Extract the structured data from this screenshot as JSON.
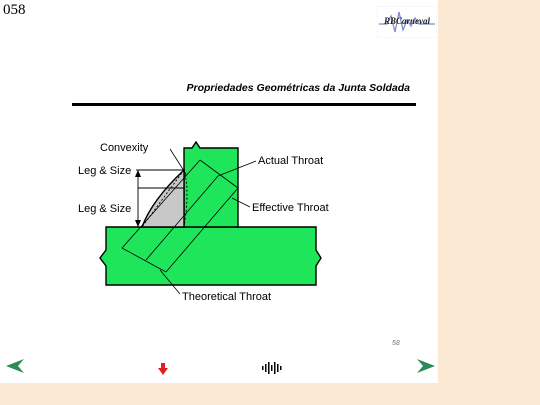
{
  "slide": {
    "number": "058",
    "title": "Propriedades Geométricas da Junta Soldada",
    "page_label": "58",
    "logo_text": "RBCarneval"
  },
  "diagram": {
    "labels": {
      "convexity": "Convexity",
      "leg_size_top": "Leg & Size",
      "leg_size_bottom": "Leg & Size",
      "actual_throat": "Actual Throat",
      "effective_throat": "Effective Throat",
      "theoretical_throat": "Theoretical Throat"
    },
    "colors": {
      "plate": "#1fe55a",
      "weld": "#c8c8c8",
      "outline": "#000000"
    }
  },
  "nav": {
    "prev_icon": "arrow-left-icon",
    "next_icon": "arrow-right-icon",
    "down_icon": "arrow-down-icon",
    "sound_icon": "audio-waveform-icon",
    "arrow_color": "#2e8b57",
    "down_color": "#e0201b"
  }
}
